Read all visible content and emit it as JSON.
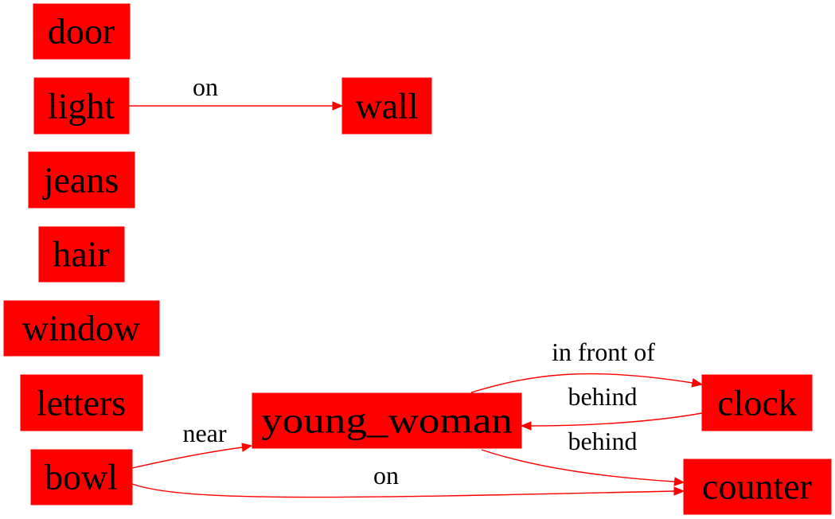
{
  "diagram": {
    "nodes": [
      {
        "id": "door",
        "label": "door"
      },
      {
        "id": "light",
        "label": "light"
      },
      {
        "id": "wall",
        "label": "wall"
      },
      {
        "id": "jeans",
        "label": "jeans"
      },
      {
        "id": "hair",
        "label": "hair"
      },
      {
        "id": "window",
        "label": "window"
      },
      {
        "id": "letters",
        "label": "letters"
      },
      {
        "id": "bowl",
        "label": "bowl"
      },
      {
        "id": "young_woman",
        "label": "young_woman"
      },
      {
        "id": "clock",
        "label": "clock"
      },
      {
        "id": "counter",
        "label": "counter"
      }
    ],
    "edges": [
      {
        "id": "light-wall",
        "source": "light",
        "target": "wall",
        "label": "on"
      },
      {
        "id": "young_woman-clock",
        "source": "young_woman",
        "target": "clock",
        "label": "in front of"
      },
      {
        "id": "clock-young_woman",
        "source": "clock",
        "target": "young_woman",
        "label": "behind"
      },
      {
        "id": "young_woman-counter",
        "source": "young_woman",
        "target": "counter",
        "label": "behind"
      },
      {
        "id": "bowl-young_woman",
        "source": "bowl",
        "target": "young_woman",
        "label": "near"
      },
      {
        "id": "bowl-counter",
        "source": "bowl",
        "target": "counter",
        "label": "on"
      }
    ],
    "colors": {
      "node_fill": "#ff0000",
      "edge": "#ff0000",
      "text": "#000000"
    }
  }
}
